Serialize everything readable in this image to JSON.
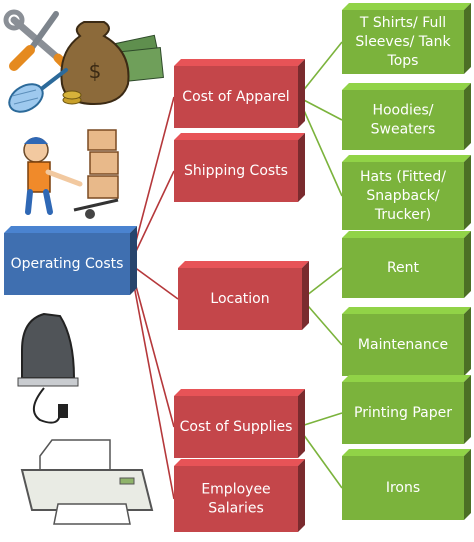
{
  "colors": {
    "root": "#3f6fb0",
    "category": "#c4464a",
    "item": "#7bb33c",
    "connector_red": "#b5383b",
    "connector_green": "#7bb33c"
  },
  "root": {
    "label": "Operating Costs"
  },
  "categories": [
    {
      "key": "apparel",
      "label_lines": [
        "Cost of Apparel"
      ]
    },
    {
      "key": "shipping",
      "label_lines": [
        "Shipping Costs"
      ]
    },
    {
      "key": "location",
      "label_lines": [
        "Location"
      ]
    },
    {
      "key": "supplies",
      "label_lines": [
        "Cost of Supplies"
      ]
    },
    {
      "key": "salaries",
      "label_lines": [
        "Employee",
        "Salaries"
      ]
    }
  ],
  "items": [
    {
      "parent": "apparel",
      "label_lines": [
        "T Shirts/ Full",
        "Sleeves/ Tank",
        "Tops"
      ]
    },
    {
      "parent": "apparel",
      "label_lines": [
        "Hoodies/",
        "Sweaters"
      ]
    },
    {
      "parent": "apparel",
      "label_lines": [
        "Hats (Fitted/",
        "Snapback/",
        "Trucker)"
      ]
    },
    {
      "parent": "location",
      "label_lines": [
        "Rent"
      ]
    },
    {
      "parent": "location",
      "label_lines": [
        "Maintenance"
      ]
    },
    {
      "parent": "supplies",
      "label_lines": [
        "Printing Paper"
      ]
    },
    {
      "parent": "supplies",
      "label_lines": [
        "Irons"
      ]
    }
  ],
  "illustrations": [
    {
      "name": "tools-icon"
    },
    {
      "name": "money-bag-icon"
    },
    {
      "name": "feather-duster-icon"
    },
    {
      "name": "delivery-man-icon"
    },
    {
      "name": "clothes-iron-icon"
    },
    {
      "name": "printer-icon"
    }
  ]
}
